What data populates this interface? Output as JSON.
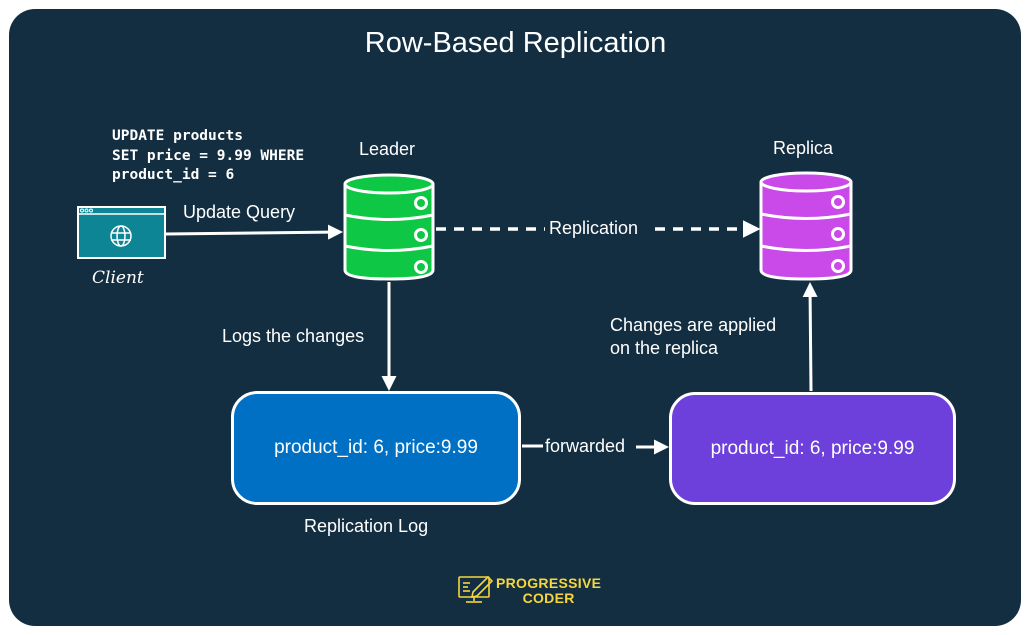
{
  "diagram": {
    "title": "Row-Based Replication",
    "query_lines": [
      "UPDATE products",
      "SET price = 9.99 WHERE",
      "product_id = 6"
    ],
    "nodes": {
      "client": {
        "label": "Client",
        "icon": "browser-globe-icon",
        "color": "#0e8595"
      },
      "leader": {
        "label": "Leader",
        "icon": "database-icon",
        "color": "#0ec744"
      },
      "replica": {
        "label": "Replica",
        "icon": "database-icon",
        "color": "#c94ae8"
      },
      "replication_log": {
        "label": "Replication Log",
        "content": "product_id: 6, price:9.99",
        "color": "#0070c4"
      },
      "replica_log": {
        "content": "product_id: 6, price:9.99",
        "color": "#6d3fdb"
      }
    },
    "edges": {
      "client_to_leader": "Update Query",
      "leader_to_replica": "Replication",
      "leader_to_log": "Logs the changes",
      "log_to_replica_box": "forwarded",
      "replica_box_to_replica": "Changes are applied on the replica",
      "replica_box_to_replica_lines": [
        "Changes are applied",
        "on the replica"
      ]
    },
    "background_color": "#132e41"
  },
  "branding": {
    "logo_line1": "PROGRESSIVE",
    "logo_line2": "CODER",
    "logo_color": "#f5d63d"
  }
}
